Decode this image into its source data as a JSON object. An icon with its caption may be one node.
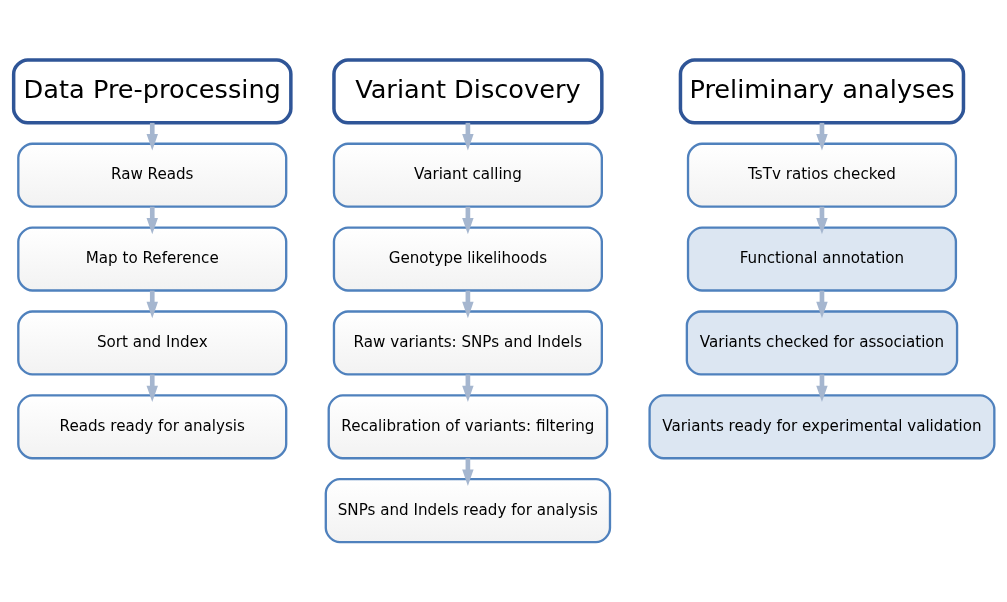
{
  "diagram": {
    "nodes": [
      {
        "text": [
          "Data Pre-processing"
        ]
      },
      {
        "text": [
          "Raw Reads"
        ]
      },
      {
        "text": [
          "Map to Reference"
        ]
      },
      {
        "text": [
          "Sort and Index"
        ]
      },
      {
        "text": [
          "Reads ready for analysis"
        ]
      },
      {
        "text": [
          "Variant Discovery"
        ]
      },
      {
        "text": [
          "Variant calling"
        ]
      },
      {
        "text": [
          "Genotype likelihoods"
        ]
      },
      {
        "text": [
          "Raw variants: SNPs and Indels"
        ]
      },
      {
        "text": [
          "Recalibration of variants: filtering"
        ]
      },
      {
        "text": [
          "SNPs and Indels ready for analysis"
        ]
      },
      {
        "text": [
          "Preliminary analyses"
        ]
      },
      {
        "text": [
          "TsTv ratios checked"
        ]
      },
      {
        "text": [
          "Functional annotation"
        ]
      },
      {
        "text": [
          "Variants checked for association"
        ]
      },
      {
        "text": [
          "Variants ready for experimental validation"
        ]
      }
    ],
    "edges": [
      {
        "from": 0,
        "to": 1,
        "arrow": "to"
      },
      {
        "from": 1,
        "to": 2,
        "arrow": "to"
      },
      {
        "from": 2,
        "to": 3,
        "arrow": "to"
      },
      {
        "from": 3,
        "to": 4,
        "arrow": "to"
      },
      {
        "from": 5,
        "to": 6,
        "arrow": "to"
      },
      {
        "from": 6,
        "to": 7,
        "arrow": "to"
      },
      {
        "from": 7,
        "to": 8,
        "arrow": "to"
      },
      {
        "from": 8,
        "to": 9,
        "arrow": "to"
      },
      {
        "from": 9,
        "to": 10,
        "arrow": "to"
      },
      {
        "from": 11,
        "to": 12,
        "arrow": "to"
      },
      {
        "from": 12,
        "to": 13,
        "arrow": "to"
      },
      {
        "from": 13,
        "to": 14,
        "arrow": "to"
      },
      {
        "from": 14,
        "to": 15,
        "arrow": "to"
      }
    ]
  }
}
